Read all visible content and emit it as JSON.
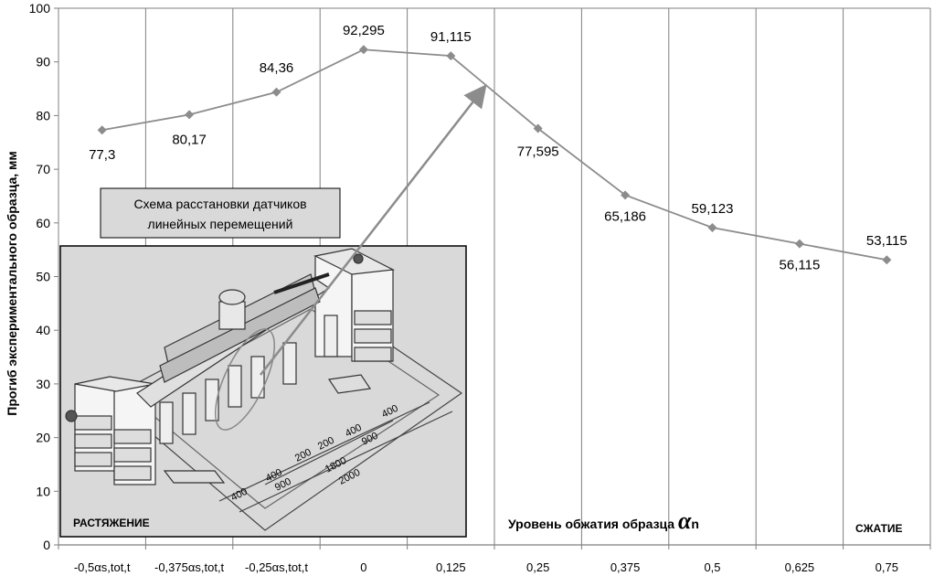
{
  "chart_data": {
    "type": "line",
    "categories": [
      "-0,5αs,tot,t",
      "-0,375αs,tot,t",
      "-0,25αs,tot,t",
      "0",
      "0,125",
      "0,25",
      "0,375",
      "0,5",
      "0,625",
      "0,75"
    ],
    "values": [
      77.3,
      80.17,
      84.36,
      92.295,
      91.115,
      77.595,
      65.186,
      59.123,
      56.115,
      53.115
    ],
    "data_labels": [
      "77,3",
      "80,17",
      "84,36",
      "92,295",
      "91,115",
      "77,595",
      "65,186",
      "59,123",
      "56,115",
      "53,115"
    ],
    "ylabel": "Прогиб экспериментального образца, мм",
    "xlabel_text": "Уровень обжатия образца ",
    "xlabel_symbol": "α",
    "xlabel_subscript": "n",
    "ylim": [
      0,
      100
    ],
    "yticks": [
      "0",
      "10",
      "20",
      "30",
      "40",
      "50",
      "60",
      "70",
      "80",
      "90",
      "100"
    ],
    "grid": "vertical",
    "colors": {
      "line": "#8c8c8c",
      "marker": "#8c8c8c",
      "axis": "#7f7f7f",
      "grid": "#7f7f7f",
      "inset_bg": "#d9d9d9"
    }
  },
  "inset": {
    "callout_line1": "Схема расстановки датчиков",
    "callout_line2": "линейных перемещений",
    "left_label": "РАСТЯЖЕНИЕ",
    "right_label": "СЖАТИЕ",
    "dims": [
      "400",
      "400",
      "400",
      "900",
      "900",
      "1800",
      "2000",
      "200",
      "200",
      "400"
    ]
  }
}
